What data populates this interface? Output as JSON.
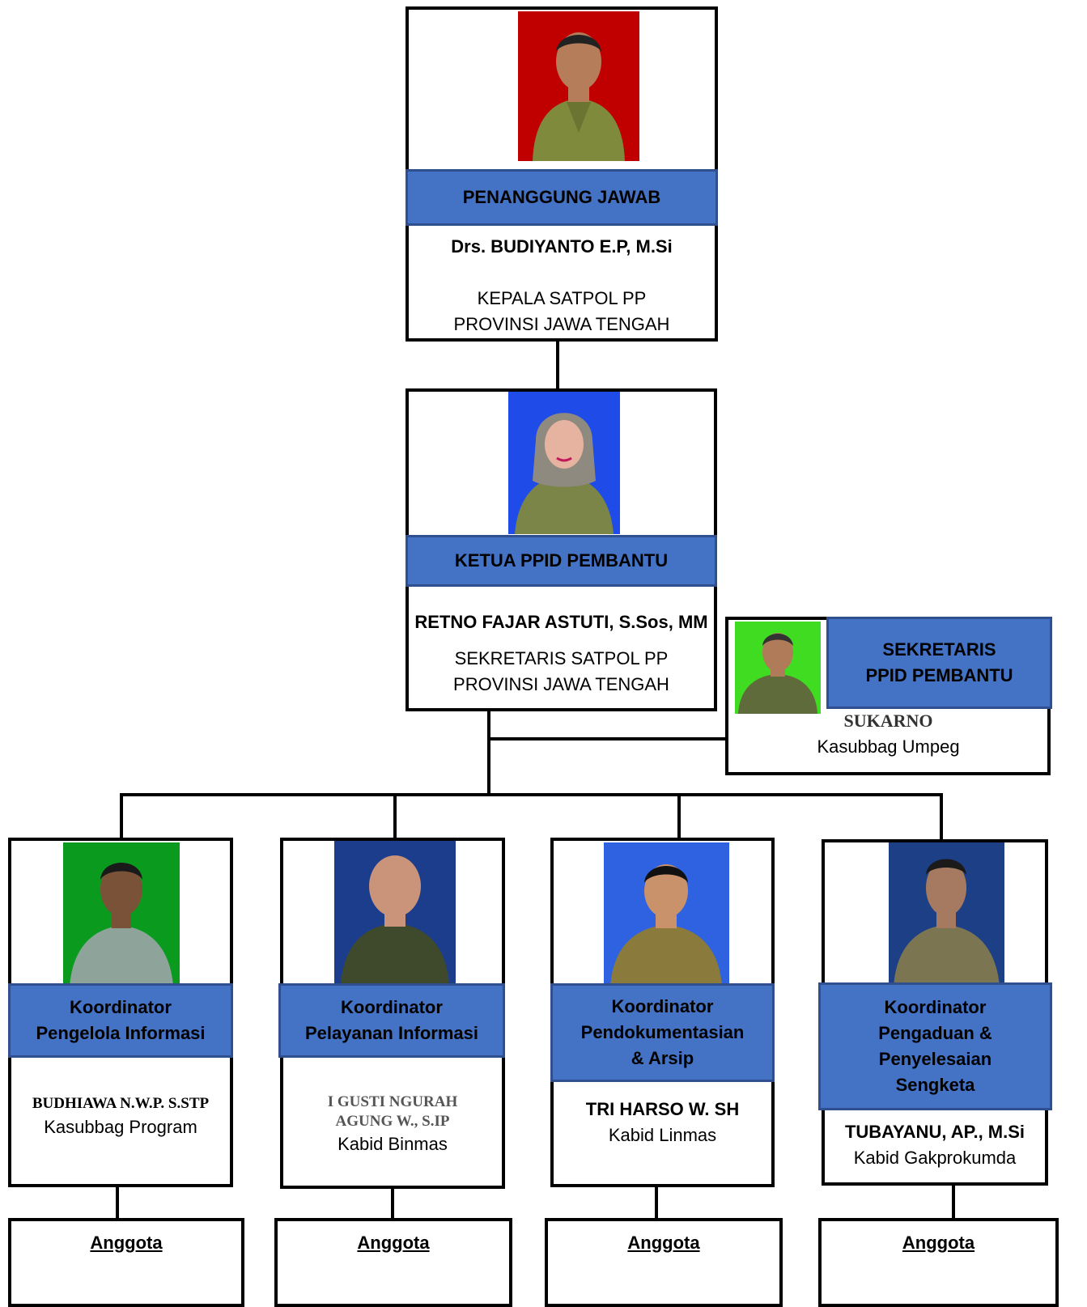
{
  "colors": {
    "band": "#4472c4",
    "band_border": "#2f4f8f",
    "line": "#000000"
  },
  "head": {
    "title": "PENANGGUNG JAWAB",
    "name": "Drs. BUDIYANTO E.P, M.Si",
    "role_line1": "KEPALA SATPOL PP",
    "role_line2": "PROVINSI JAWA TENGAH",
    "photo_bg": "#c00000"
  },
  "chair": {
    "title": "KETUA PPID PEMBANTU",
    "name": "RETNO FAJAR ASTUTI, S.Sos, MM",
    "role_line1": "SEKRETARIS SATPOL PP",
    "role_line2": "PROVINSI JAWA TENGAH",
    "photo_bg": "#1f4be8"
  },
  "secretary": {
    "title_line1": "SEKRETARIS",
    "title_line2": "PPID PEMBANTU",
    "name": "SUKARNO",
    "role": "Kasubbag Umpeg",
    "photo_bg": "#3fdc22"
  },
  "coordinators": [
    {
      "title_lines": [
        "Koordinator",
        "Pengelola Informasi"
      ],
      "name_lines": [
        "BUDHIAWA N.W.P. S.STP"
      ],
      "role": "Kasubbag Program",
      "photo_bg": "#0a9b1e",
      "member_label": "Anggota"
    },
    {
      "title_lines": [
        "Koordinator",
        "Pelayanan Informasi"
      ],
      "name_lines": [
        "I GUSTI NGURAH",
        "AGUNG W., S.IP"
      ],
      "role": "Kabid Binmas",
      "photo_bg": "#1b3d8c",
      "member_label": "Anggota"
    },
    {
      "title_lines": [
        "Koordinator",
        "Pendokumentasian",
        "& Arsip"
      ],
      "name_lines": [
        "TRI HARSO W. SH"
      ],
      "role": "Kabid Linmas",
      "photo_bg": "#2f62e0",
      "member_label": "Anggota"
    },
    {
      "title_lines": [
        "Koordinator",
        "Pengaduan &",
        "Penyelesaian",
        "Sengketa"
      ],
      "name_lines": [
        "TUBAYANU, AP., M.Si"
      ],
      "role": "Kabid Gakprokumda",
      "photo_bg": "#1c3f86",
      "member_label": "Anggota"
    }
  ]
}
